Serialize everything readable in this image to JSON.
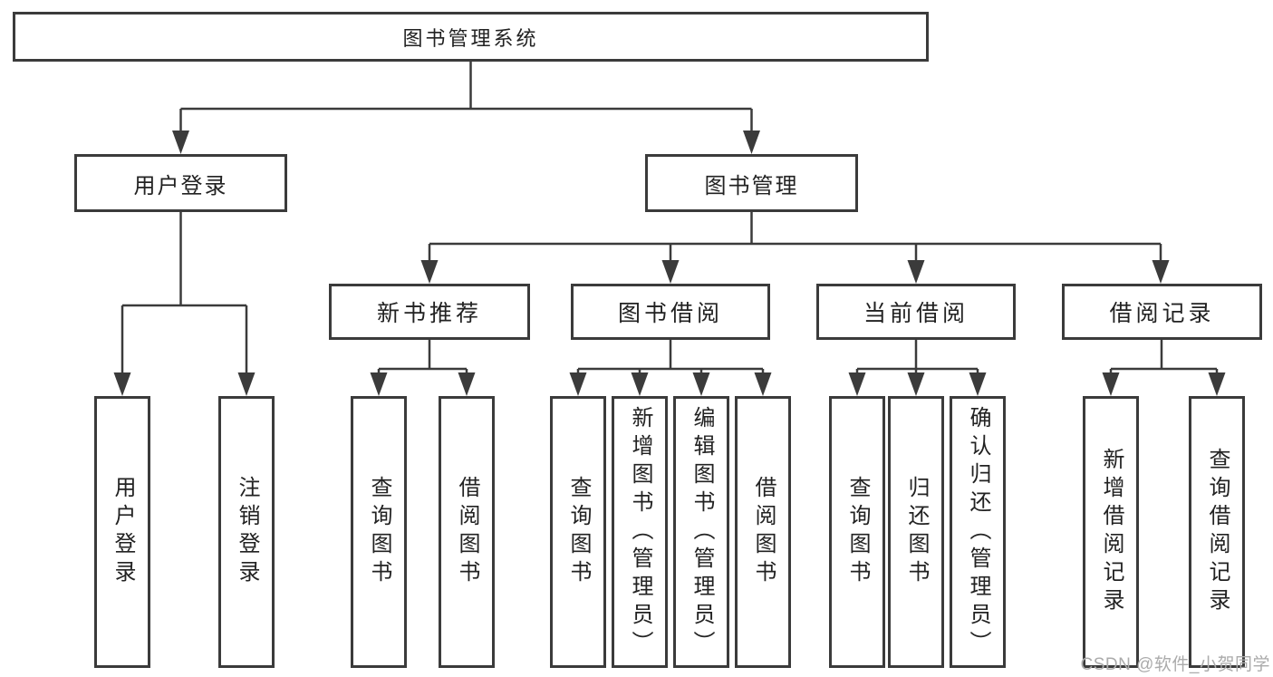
{
  "nodes": {
    "root": "图书管理系统",
    "user_login": "用户登录",
    "book_mgmt": "图书管理",
    "new_book_rec": "新书推荐",
    "book_borrow": "图书借阅",
    "current_borrow": "当前借阅",
    "borrow_records": "借阅记录",
    "user_login_leaf": "用户登录",
    "logout_leaf": "注销登录",
    "rec_query": "查询图书",
    "rec_borrow": "借阅图书",
    "bb_query": "查询图书",
    "bb_add": "新增图书（管理员）",
    "bb_edit": "编辑图书（管理员）",
    "bb_borrow": "借阅图书",
    "cb_query": "查询图书",
    "cb_return": "归还图书",
    "cb_confirm": "确认归还（管理员）",
    "br_add": "新增借阅记录",
    "br_query": "查询借阅记录"
  },
  "hierarchy": {
    "图书管理系统": {
      "用户登录": [
        "用户登录",
        "注销登录"
      ],
      "图书管理": {
        "新书推荐": [
          "查询图书",
          "借阅图书"
        ],
        "图书借阅": [
          "查询图书",
          "新增图书（管理员）",
          "编辑图书（管理员）",
          "借阅图书"
        ],
        "当前借阅": [
          "查询图书",
          "归还图书",
          "确认归还（管理员）"
        ],
        "借阅记录": [
          "新增借阅记录",
          "查询借阅记录"
        ]
      }
    }
  },
  "watermark": "CSDN @软件_小贺同学",
  "colors": {
    "line": "#3b3b3b",
    "box_border": "#3b3b3b",
    "text": "#222222",
    "watermark": "#ababab",
    "background": "#ffffff"
  }
}
